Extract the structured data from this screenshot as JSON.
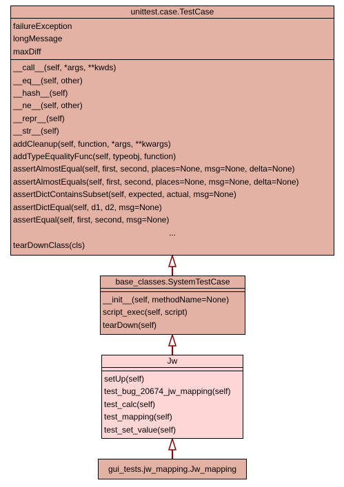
{
  "classes": {
    "testcase": {
      "name": "unittest.case.TestCase",
      "attributes": [
        "failureException",
        "longMessage",
        "maxDiff"
      ],
      "methods": [
        "__call__(self, *args, **kwds)",
        "__eq__(self, other)",
        "__hash__(self)",
        "__ne__(self, other)",
        "__repr__(self)",
        "__str__(self)",
        "addCleanup(self, function, *args, **kwargs)",
        "addTypeEqualityFunc(self, typeobj, function)",
        "assertAlmostEqual(self, first, second, places=None, msg=None, delta=None)",
        "assertAlmostEquals(self, first, second, places=None, msg=None, delta=None)",
        "assertDictContainsSubset(self, expected, actual, msg=None)",
        "assertDictEqual(self, d1, d2, msg=None)",
        "assertEqual(self, first, second, msg=None)"
      ],
      "ellipsis": "...",
      "last_method": "tearDownClass(cls)"
    },
    "system": {
      "name": "base_classes.SystemTestCase",
      "methods": [
        "__init__(self, methodName=None)",
        "script_exec(self, script)",
        "tearDown(self)"
      ]
    },
    "jw": {
      "name": "Jw",
      "methods": [
        "setUp(self)",
        "test_bug_20674_jw_mapping(self)",
        "test_calc(self)",
        "test_mapping(self)",
        "test_set_value(self)"
      ]
    },
    "gui": {
      "name": "gui_tests.jw_mapping.Jw_mapping"
    }
  },
  "colors": {
    "base_fill": "#e3b2a4",
    "focus_fill": "#ffd6d6",
    "edge": "#8b0000",
    "border": "#000000"
  }
}
